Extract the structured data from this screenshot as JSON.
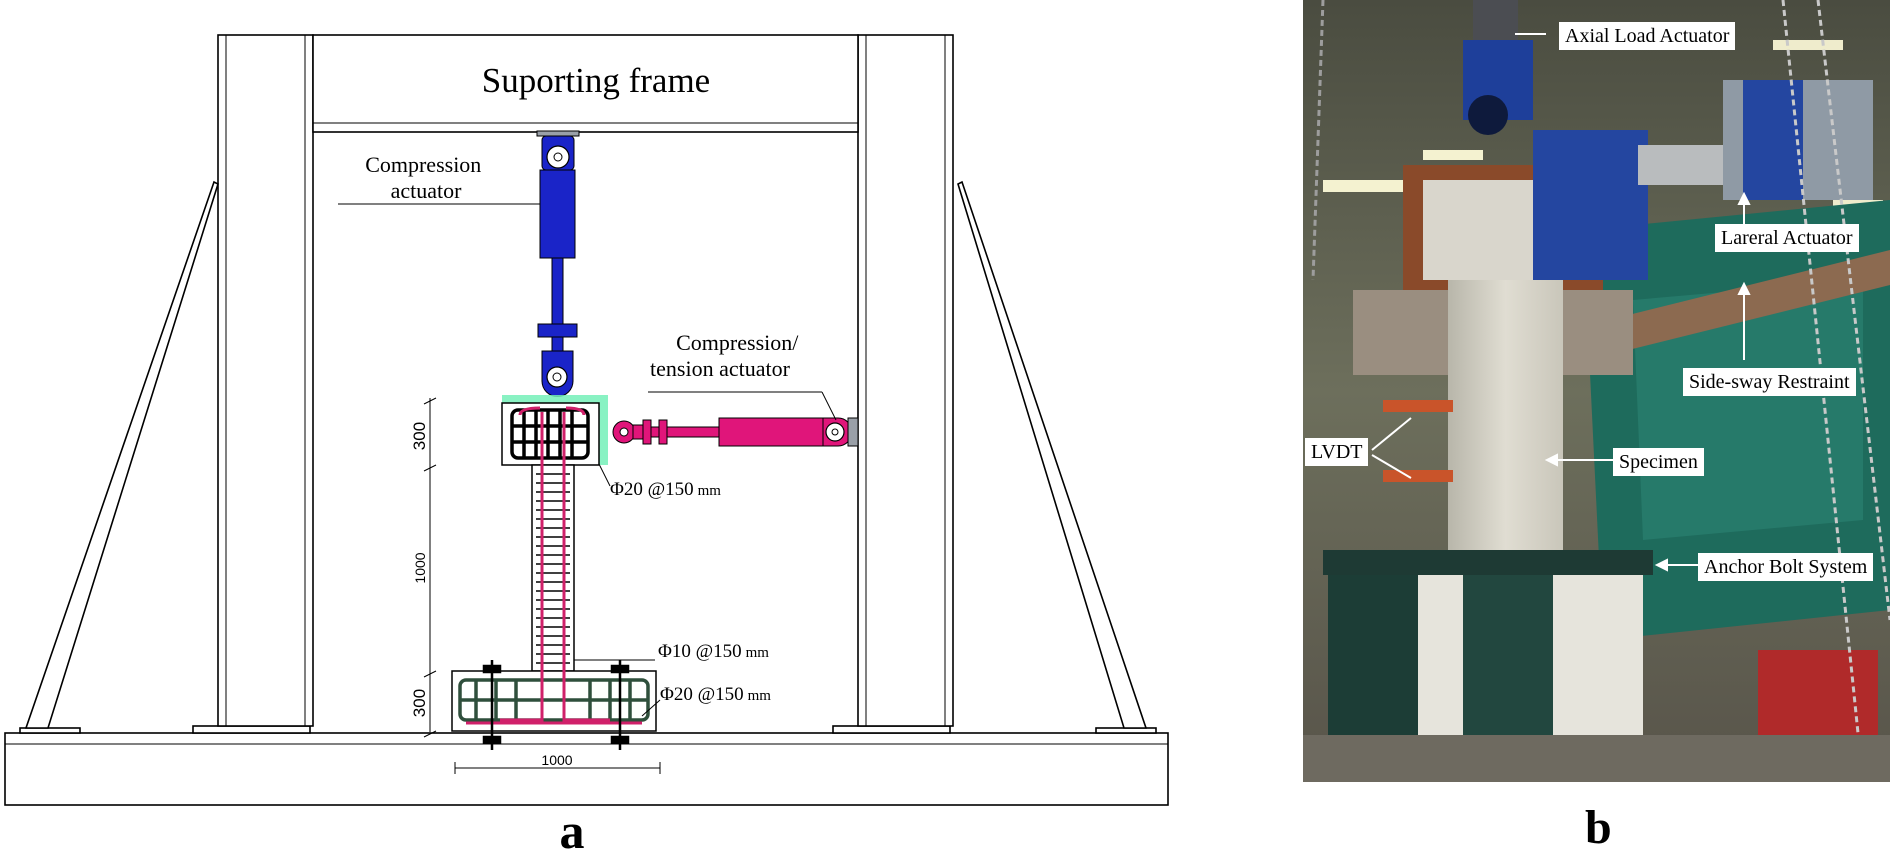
{
  "panel_a": {
    "frame_title": "Suporting frame",
    "compression_actuator": [
      "Compression",
      "actuator"
    ],
    "compression_tension_actuator": [
      "Compression/",
      "tension actuator"
    ],
    "rebar_top": "Φ20 @150",
    "rebar_top_unit": "mm",
    "rebar_stirrup": "Φ10 @150",
    "rebar_stirrup_unit": "mm",
    "rebar_bottom": "Φ20 @150",
    "rebar_bottom_unit": "mm",
    "dim_top": "300",
    "dim_middle": "1000",
    "dim_bottom": "300",
    "dim_base": "1000",
    "label": "a",
    "colors": {
      "compression": "#1a24c8",
      "tension": "#e0157a",
      "rebar": "#d0206a",
      "plate": "#74f0b8"
    }
  },
  "panel_b": {
    "labels": {
      "axial": "Axial Load Actuator",
      "lateral": "Lareral Actuator",
      "sidesway": "Side-sway Restraint",
      "lvdt": "LVDT",
      "specimen": "Specimen",
      "anchor": "Anchor Bolt System"
    },
    "label": "b"
  }
}
